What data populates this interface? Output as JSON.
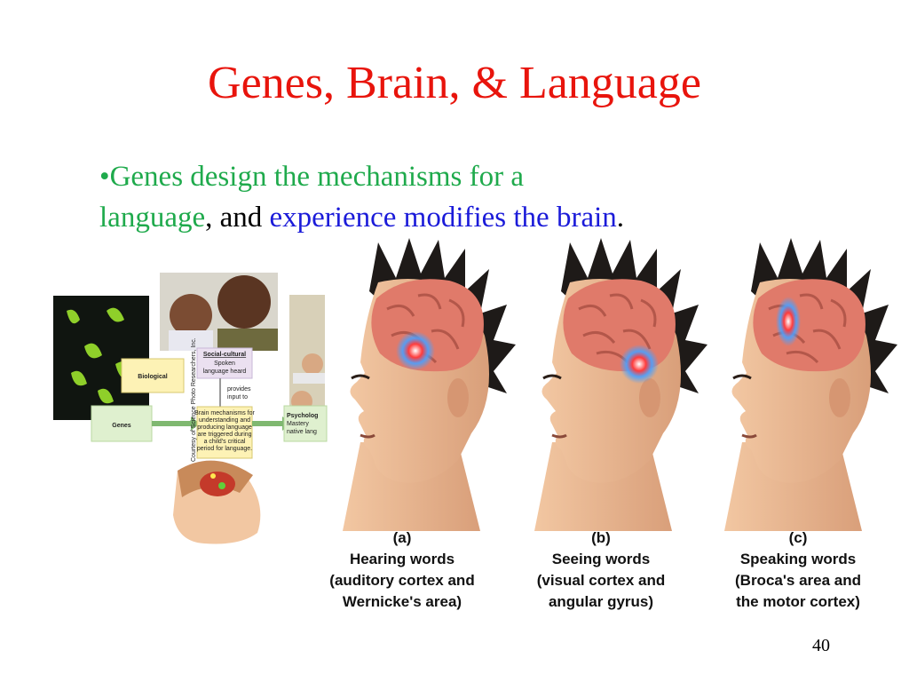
{
  "slide": {
    "title": "Genes, Brain, & Language",
    "bullet": {
      "marker": "•",
      "part1": "Genes design the mechanisms for a",
      "part2": "language",
      "part3": ", and ",
      "part4": "experience modifies the brain",
      "part5": "."
    },
    "page_number": "40"
  },
  "diagram": {
    "credit": "Courtesy of Science Photo Researchers, Inc.",
    "biological": "Biological",
    "genes": "Genes",
    "social_title": "Social-cultural",
    "social_line1": "Spoken",
    "social_line2": "language heard",
    "provides1": "provides",
    "provides2": "input to",
    "mech_line1": "Brain mechanisms for",
    "mech_line2": "understanding and",
    "mech_line3": "producing language",
    "mech_line4": "are triggered during",
    "mech_line5": "a child's critical",
    "mech_line6": "period for language.",
    "psych_line1": "Psycholog",
    "psych_line2": "Mastery",
    "psych_line3": "native lang"
  },
  "panels": [
    {
      "letter": "(a)",
      "line1": "Hearing words",
      "line2": "(auditory cortex and",
      "line3": "Wernicke's area)"
    },
    {
      "letter": "(b)",
      "line1": "Seeing words",
      "line2": "(visual cortex and",
      "line3": "angular gyrus)"
    },
    {
      "letter": "(c)",
      "line1": "Speaking words",
      "line2": "(Broca's area and",
      "line3": "the motor cortex)"
    }
  ],
  "colors": {
    "title": "#e8140c",
    "green": "#1faa4c",
    "blue": "#1b1bd9"
  }
}
